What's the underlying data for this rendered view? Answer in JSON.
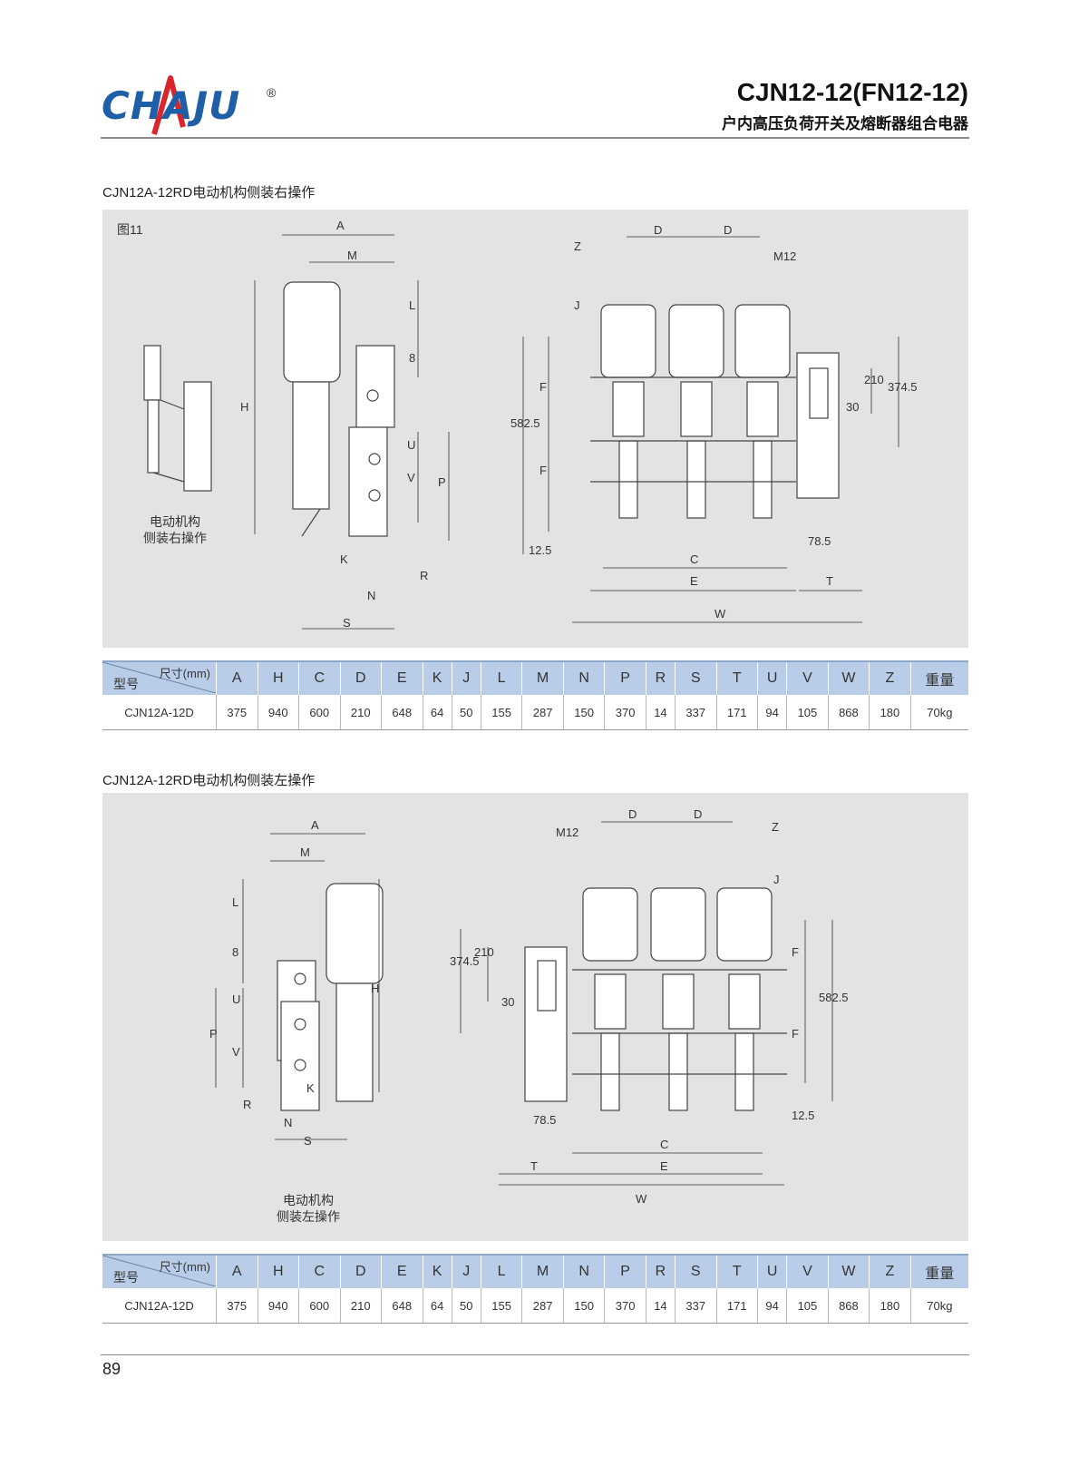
{
  "header": {
    "brand": "CHAJU",
    "registered_mark": "®",
    "model": "CJN12-12(FN12-12)",
    "subtitle": "户内高压负荷开关及熔断器组合电器"
  },
  "colors": {
    "brand_blue": "#1f5fa8",
    "brand_red": "#d9262c",
    "panel_bg": "#e3e3e4",
    "table_header": "#b9cde8"
  },
  "sections": [
    {
      "title": "CJN12A-12RD电动机构侧装右操作",
      "figure_label": "图11",
      "caption_line1": "电动机构",
      "caption_line2": "侧装右操作",
      "dims_left": [
        "A",
        "M",
        "L",
        "8",
        "H",
        "U",
        "V",
        "P",
        "K",
        "R",
        "N",
        "S"
      ],
      "dims_right": [
        "D",
        "D",
        "Z",
        "M12",
        "J",
        "F",
        "F",
        "582.5",
        "12.5",
        "210",
        "374.5",
        "30",
        "C",
        "E",
        "78.5",
        "T",
        "W"
      ]
    },
    {
      "title": "CJN12A-12RD电动机构侧装左操作",
      "caption_line1": "电动机构",
      "caption_line2": "侧装左操作",
      "dims_left": [
        "A",
        "M",
        "L",
        "8",
        "H",
        "U",
        "P",
        "V",
        "K",
        "R",
        "N",
        "S"
      ],
      "dims_right": [
        "D",
        "D",
        "Z",
        "M12",
        "J",
        "F",
        "F",
        "582.5",
        "12.5",
        "374.5",
        "210",
        "30",
        "C",
        "E",
        "78.5",
        "T",
        "W"
      ]
    }
  ],
  "table": {
    "corner_top": "尺寸(mm)",
    "corner_bottom": "型号",
    "columns": [
      "A",
      "H",
      "C",
      "D",
      "E",
      "K",
      "J",
      "L",
      "M",
      "N",
      "P",
      "R",
      "S",
      "T",
      "U",
      "V",
      "W",
      "Z",
      "重量"
    ],
    "rows": [
      {
        "model": "CJN12A-12D",
        "values": [
          "375",
          "940",
          "600",
          "210",
          "648",
          "64",
          "50",
          "155",
          "287",
          "150",
          "370",
          "14",
          "337",
          "171",
          "94",
          "105",
          "868",
          "180",
          "70kg"
        ]
      }
    ]
  },
  "page_number": "89"
}
